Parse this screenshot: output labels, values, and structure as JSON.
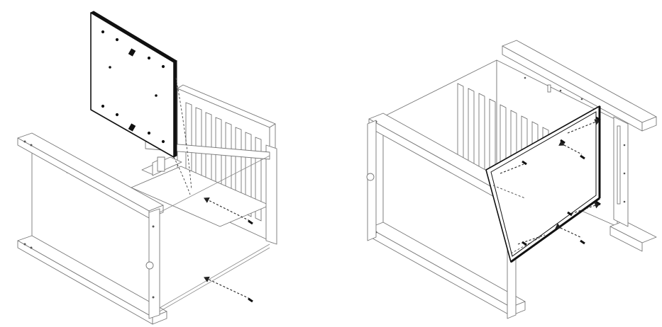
{
  "figure": {
    "panels": [
      {
        "id": "left-assembly",
        "screws": 2
      },
      {
        "id": "right-assembly",
        "screws": 8
      }
    ],
    "colors": {
      "line": "#777777",
      "dark": "#111111",
      "background": "#ffffff"
    }
  }
}
